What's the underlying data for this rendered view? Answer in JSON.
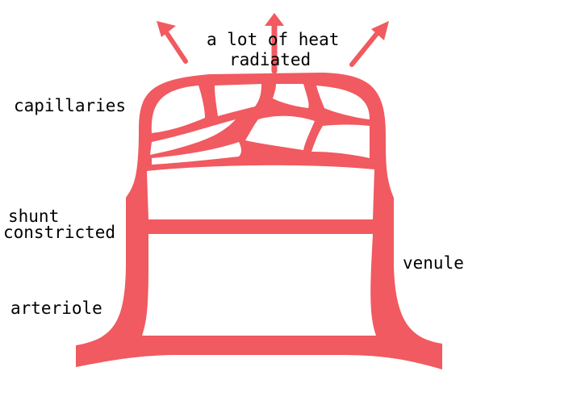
{
  "colors": {
    "vessel": "#f05a60",
    "arrow": "#f05a60",
    "text": "#000000",
    "background": "#ffffff"
  },
  "labels": {
    "heat_line1": "a lot  of heat",
    "heat_line2": "radiated",
    "capillaries": "capillaries",
    "shunt_line1": "shunt",
    "shunt_line2": "constricted",
    "venule": "venule",
    "arteriole": "arteriole"
  },
  "icons": {
    "arrows": [
      "heat-arrow-left-icon",
      "heat-arrow-up-icon",
      "heat-arrow-right-icon"
    ]
  }
}
